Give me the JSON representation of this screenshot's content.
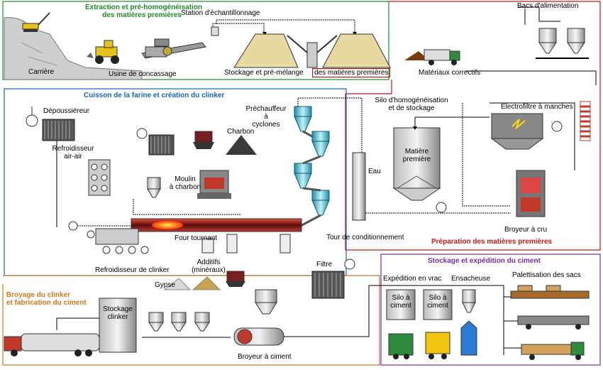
{
  "sections": {
    "extraction": {
      "title_1": "Extraction et pré-homogénéisation",
      "title_2": "des matières premières",
      "color": "#1f8a2e"
    },
    "preparation": {
      "title": "Préparation des matières premières",
      "color": "#d01515"
    },
    "cuisson": {
      "title": "Cuisson de la farine et création du clinker",
      "color": "#1565c0"
    },
    "broyage": {
      "title_1": "Broyage du clinker",
      "title_2": "et fabrication du ciment",
      "color": "#c97a1c"
    },
    "stockage": {
      "title": "Stockage et expédition du ciment",
      "color": "#7a2aa0"
    }
  },
  "labels": {
    "carriere": "Carrière",
    "usine_concassage": "Usine de concassage",
    "station_echantillonnage": "Station d'échantillonnage",
    "stockage_premelange": "Stockage et pré-mélange",
    "matieres_premieres": "des matières premières",
    "bacs_alimentation": "Bacs d'alimentation",
    "materiaux_correctifs": "Matériaux correctifs",
    "depoussiereur": "Dépoussiéreur",
    "refroidisseur_air_1": "Refroidisseur",
    "refroidisseur_air_2": "air-air",
    "charbon": "Charbon",
    "prechauffeur_1": "Préchauffeur",
    "prechauffeur_2": "à",
    "prechauffeur_3": "cyclones",
    "silo_homog_1": "Silo d'homogénéisation",
    "silo_homog_2": "et de stockage",
    "electrofiltre": "Electrofiltre à manches",
    "matiere_premiere_1": "Matière",
    "matiere_premiere_2": "première",
    "eau": "Eau",
    "moulin_1": "Moulin",
    "moulin_2": "à charbon",
    "four_tournant": "Four tournant",
    "tour_conditionnement": "Tour de conditionnement",
    "broyeur_cru": "Broyeur à cru",
    "refroidisseur_clinker": "Refroidisseur de clinker",
    "additifs_1": "Additifs",
    "additifs_2": "(minéraux)",
    "gypse": "Gypse",
    "filtre": "Filtre",
    "stockage_clinker_1": "Stockage",
    "stockage_clinker_2": "clinker",
    "broyeur_ciment": "Broyeur à ciment",
    "expedition_vrac": "Expédition en vrac",
    "ensacheuse": "Ensacheuse",
    "palettisation": "Palettisation des sacs",
    "silo_ciment_a_1": "Silo à",
    "silo_ciment_a_2": "ciment",
    "silo_ciment_b_1": "Silo à",
    "silo_ciment_b_2": "ciment"
  },
  "colors": {
    "flame": "#ff5a00",
    "kiln": "#c0392b",
    "pile": "#e8d9a0",
    "truck": "#7a1f1f",
    "lorry_green": "#2e8b3d"
  },
  "icons": [
    "excavator-icon",
    "loader-icon",
    "crusher-icon",
    "dump-truck-icon",
    "cyclone-icon",
    "fan-icon",
    "silo-icon",
    "kiln-icon",
    "mill-icon",
    "tanker-truck-icon",
    "pallet-icon"
  ]
}
